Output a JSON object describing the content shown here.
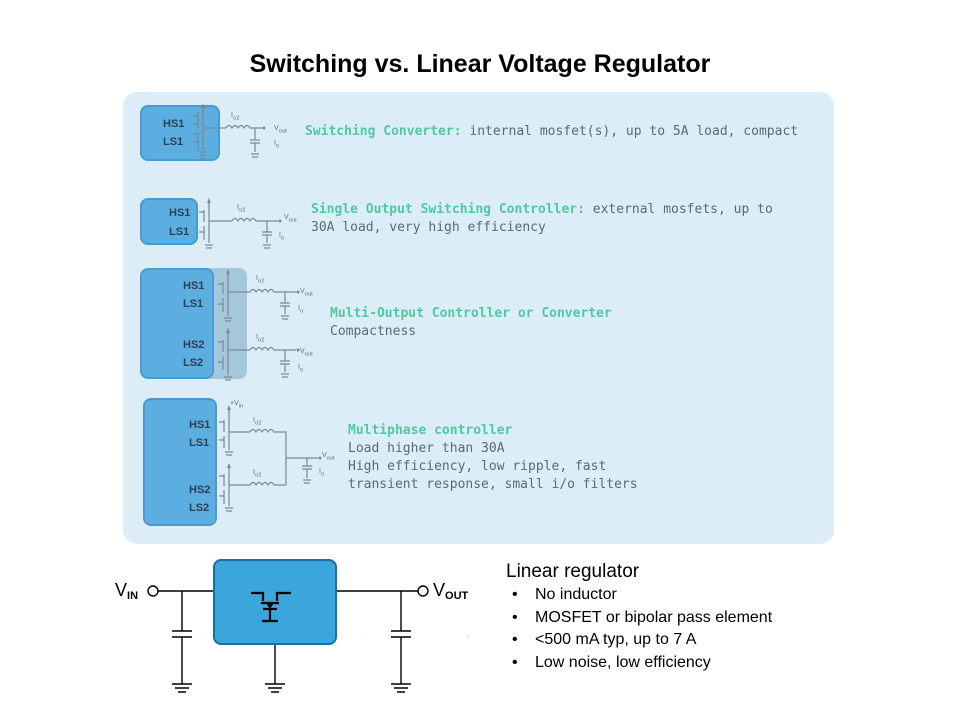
{
  "title": "Switching vs. Linear Voltage Regulator",
  "colors": {
    "panel_bg": "#dcedf7",
    "block_fill": "#5daee0",
    "highlight_text": "#4ec9a0",
    "body_text": "#5a6a7a",
    "regulator_fill": "#3aa6dc"
  },
  "topologies": [
    {
      "heading": "Switching Converter:",
      "text": " internal mosfet(s), up to 5A load, compact",
      "labels": [
        "HS1",
        "LS1"
      ]
    },
    {
      "heading": "Single Output Switching Controller:",
      "text_lines": [
        " external mosfets, up to",
        "30A load, very high efficiency"
      ],
      "labels": [
        "HS1",
        "LS1"
      ]
    },
    {
      "heading": "Multi-Output Controller or Converter",
      "text_lines": [
        "Compactness"
      ],
      "labels": [
        "HS1",
        "LS1",
        "HS2",
        "LS2"
      ]
    },
    {
      "heading": "Multiphase controller",
      "text_lines": [
        "Load higher than 30A",
        "High efficiency, low ripple, fast",
        "transient response, small i/o filters"
      ],
      "labels": [
        "HS1",
        "LS1",
        "HS2",
        "LS2"
      ]
    }
  ],
  "schematic_labels": {
    "io": "I",
    "io_sub": "o",
    "io2_sub": "o2",
    "vout": "V",
    "vout_sub": "out",
    "vin": "+V",
    "vin_sub": "in"
  },
  "linear": {
    "vin": "V",
    "vin_sub": "IN",
    "vout": "V",
    "vout_sub": "OUT",
    "title": "Linear regulator",
    "bullet_char": "•",
    "bullets": [
      "No inductor",
      "MOSFET or bipolar pass element",
      "<500 mA typ, up to 7 A",
      "Low noise, low efficiency"
    ]
  }
}
